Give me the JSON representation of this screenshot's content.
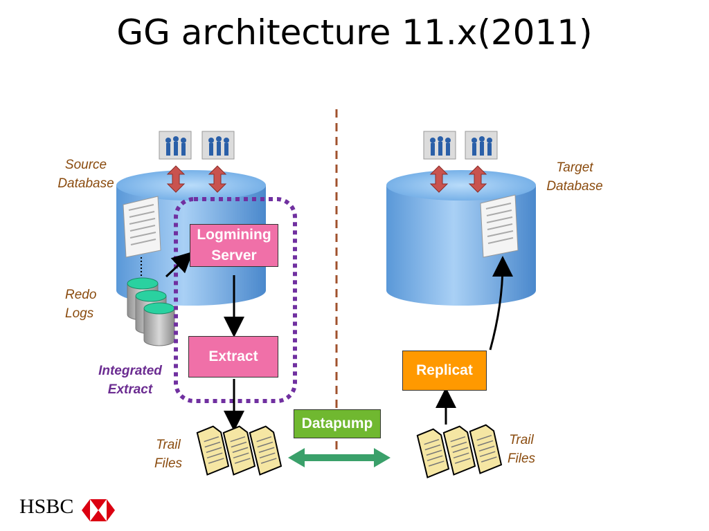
{
  "title": "GG architecture 11.x(2011)",
  "labels": {
    "source_db": "Source Database",
    "target_db": "Target Database",
    "redo_logs": "Redo Logs",
    "integrated_extract": "Integrated Extract",
    "trail_files_left": "Trail Files",
    "trail_files_right": "Trail Files"
  },
  "boxes": {
    "logmining": "Logmining Server",
    "extract": "Extract",
    "replicat": "Replicat",
    "datapump": "Datapump"
  },
  "logo": "HSBC",
  "colors": {
    "db_blue": "#7bb4ea",
    "box_pink": "#f070a8",
    "box_orange": "#ff9900",
    "box_green": "#70b830",
    "label_brown": "#8a4b0e",
    "label_purple": "#6b2c91",
    "divider": "#a0522d",
    "hsbc_red": "#db0011"
  }
}
